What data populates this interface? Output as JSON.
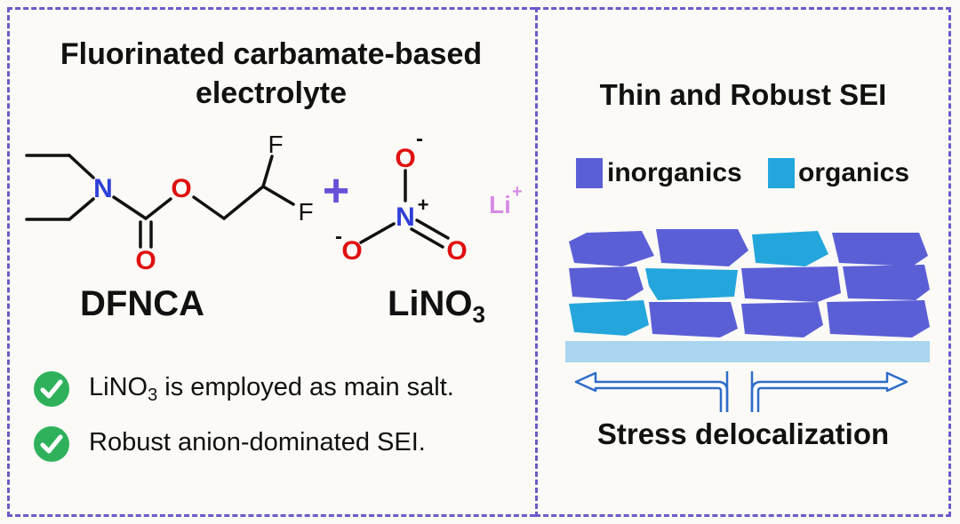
{
  "left_panel": {
    "title_line1": "Fluorinated carbamate-based",
    "title_line2": "electrolyte",
    "dfnca": {
      "name": "DFNCA",
      "atoms": {
        "n": "N",
        "o_ring": "O",
        "o_double": "O",
        "f1": "F",
        "f2": "F"
      }
    },
    "plus_sign": "+",
    "lino3": {
      "name_main": "LiNO",
      "name_sub": "3",
      "li_ion": "Li",
      "li_charge": "+",
      "atoms": {
        "n": "N",
        "n_charge": "+",
        "o_top": "O",
        "o_top_charge": "-",
        "o_left": "O",
        "o_left_charge": "-",
        "o_right": "O"
      }
    },
    "bullets": [
      {
        "pre": "LiNO",
        "sub": "3",
        "post": " is employed as main salt."
      },
      {
        "text": "Robust anion-dominated SEI."
      }
    ]
  },
  "right_panel": {
    "title": "Thin and Robust SEI",
    "legend": [
      {
        "label": "inorganics",
        "color": "#5b5fd6"
      },
      {
        "label": "organics",
        "color": "#24a6dc"
      }
    ],
    "stress_label": "Stress delocalization"
  },
  "colors": {
    "frame": "#6a5acd",
    "nitrogen": "#2f3fd8",
    "oxygen": "#e01010",
    "fluorine": "#111111",
    "plus": "#6a4fd8",
    "li": "#d78ce6",
    "check": "#2fb15c",
    "substrate": "#a9d5ee"
  }
}
